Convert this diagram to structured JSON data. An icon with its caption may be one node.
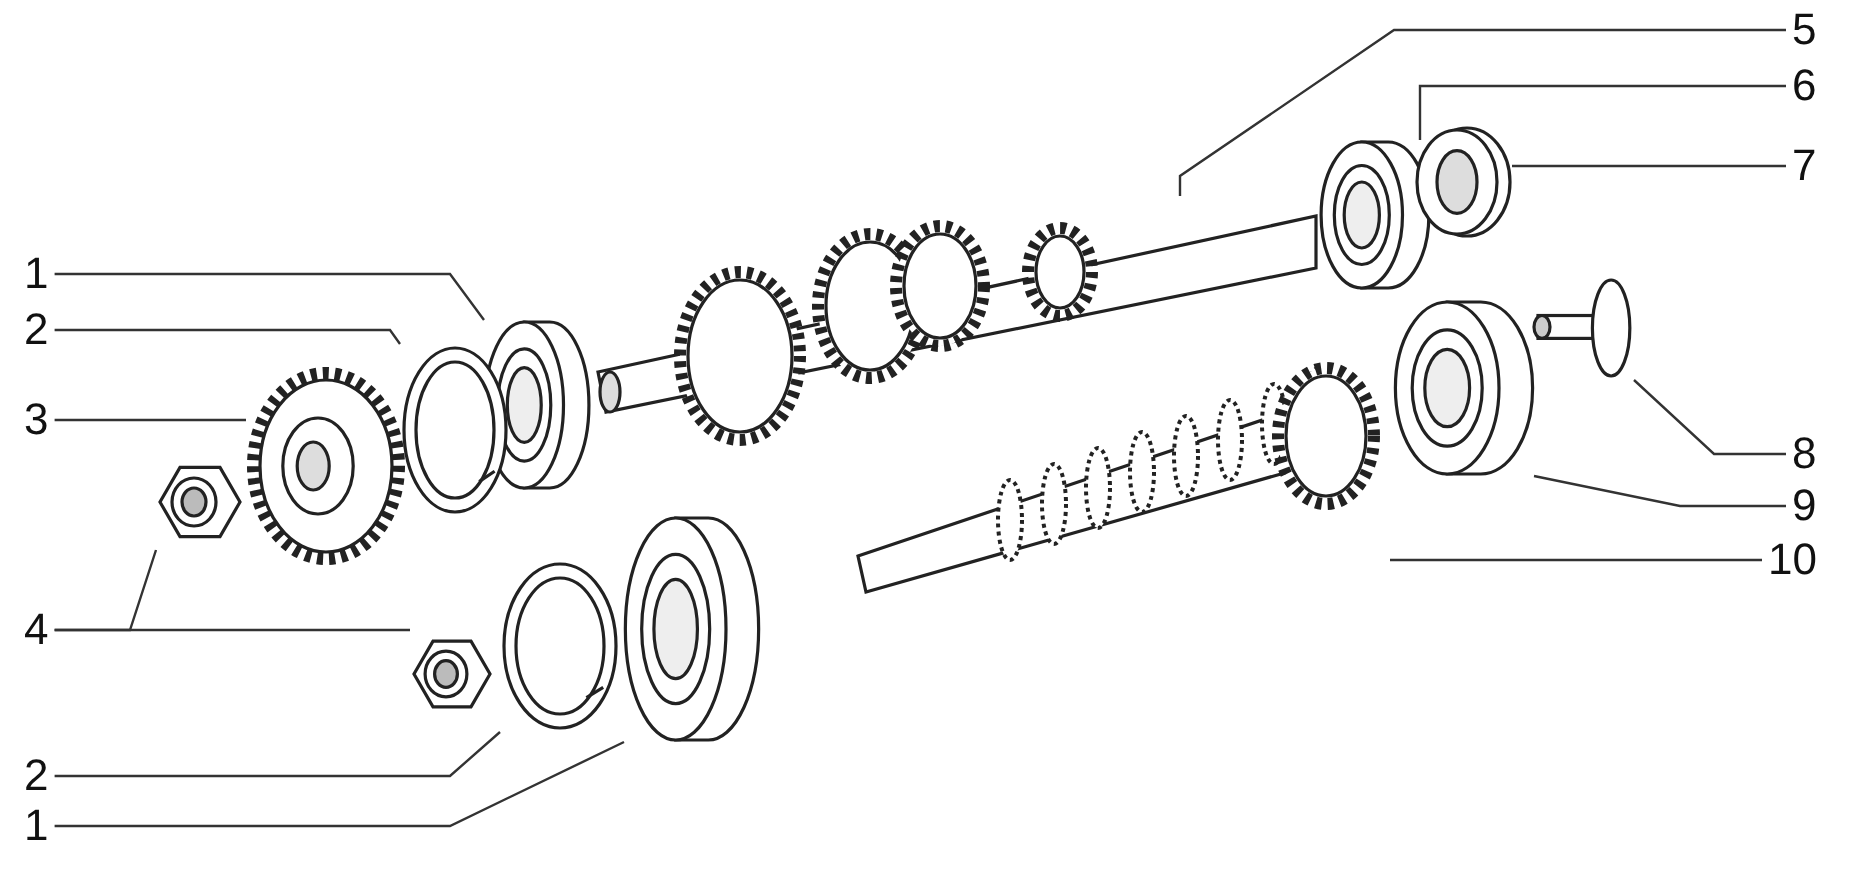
{
  "diagram": {
    "nodes": [
      {
        "text": [
          "1"
        ]
      },
      {
        "text": [
          "2"
        ]
      },
      {
        "text": [
          "3"
        ]
      },
      {
        "text": [
          "4"
        ]
      },
      {
        "text": [
          "2"
        ]
      },
      {
        "text": [
          "1"
        ]
      },
      {
        "text": [
          "5"
        ]
      },
      {
        "text": [
          "6"
        ]
      },
      {
        "text": [
          "7"
        ]
      },
      {
        "text": [
          "8"
        ]
      },
      {
        "text": [
          "9"
        ]
      },
      {
        "text": [
          "10"
        ]
      },
      {
        "text": [],
        "shape": "picture"
      },
      {
        "text": [],
        "shape": "picture"
      },
      {
        "text": [],
        "shape": "picture"
      },
      {
        "text": [],
        "shape": "picture"
      },
      {
        "text": [],
        "shape": "picture"
      },
      {
        "text": [],
        "shape": "picture"
      },
      {
        "text": [],
        "shape": "picture"
      },
      {
        "text": [],
        "shape": "picture"
      },
      {
        "text": [],
        "shape": "picture"
      },
      {
        "text": [],
        "shape": "picture"
      },
      {
        "text": [],
        "shape": "picture"
      },
      {
        "text": [],
        "shape": "picture"
      },
      {
        "text": [],
        "shape": "picture"
      }
    ],
    "edges": [
      {
        "from": 0,
        "to": 12,
        "arrow": "none"
      },
      {
        "from": 1,
        "to": 13,
        "arrow": "none"
      },
      {
        "from": 2,
        "to": 14,
        "arrow": "none"
      },
      {
        "from": 3,
        "to": 15,
        "arrow": "none"
      },
      {
        "from": 3,
        "to": 16,
        "arrow": "none"
      },
      {
        "from": 4,
        "to": 17,
        "arrow": "none"
      },
      {
        "from": 5,
        "to": 18,
        "arrow": "none"
      },
      {
        "from": 6,
        "to": 19,
        "arrow": "none"
      },
      {
        "from": 7,
        "to": 20,
        "arrow": "none"
      },
      {
        "from": 8,
        "to": 21,
        "arrow": "none"
      },
      {
        "from": 9,
        "to": 22,
        "arrow": "none"
      },
      {
        "from": 10,
        "to": 23,
        "arrow": "none"
      },
      {
        "from": 11,
        "to": 24,
        "arrow": "none"
      }
    ]
  }
}
